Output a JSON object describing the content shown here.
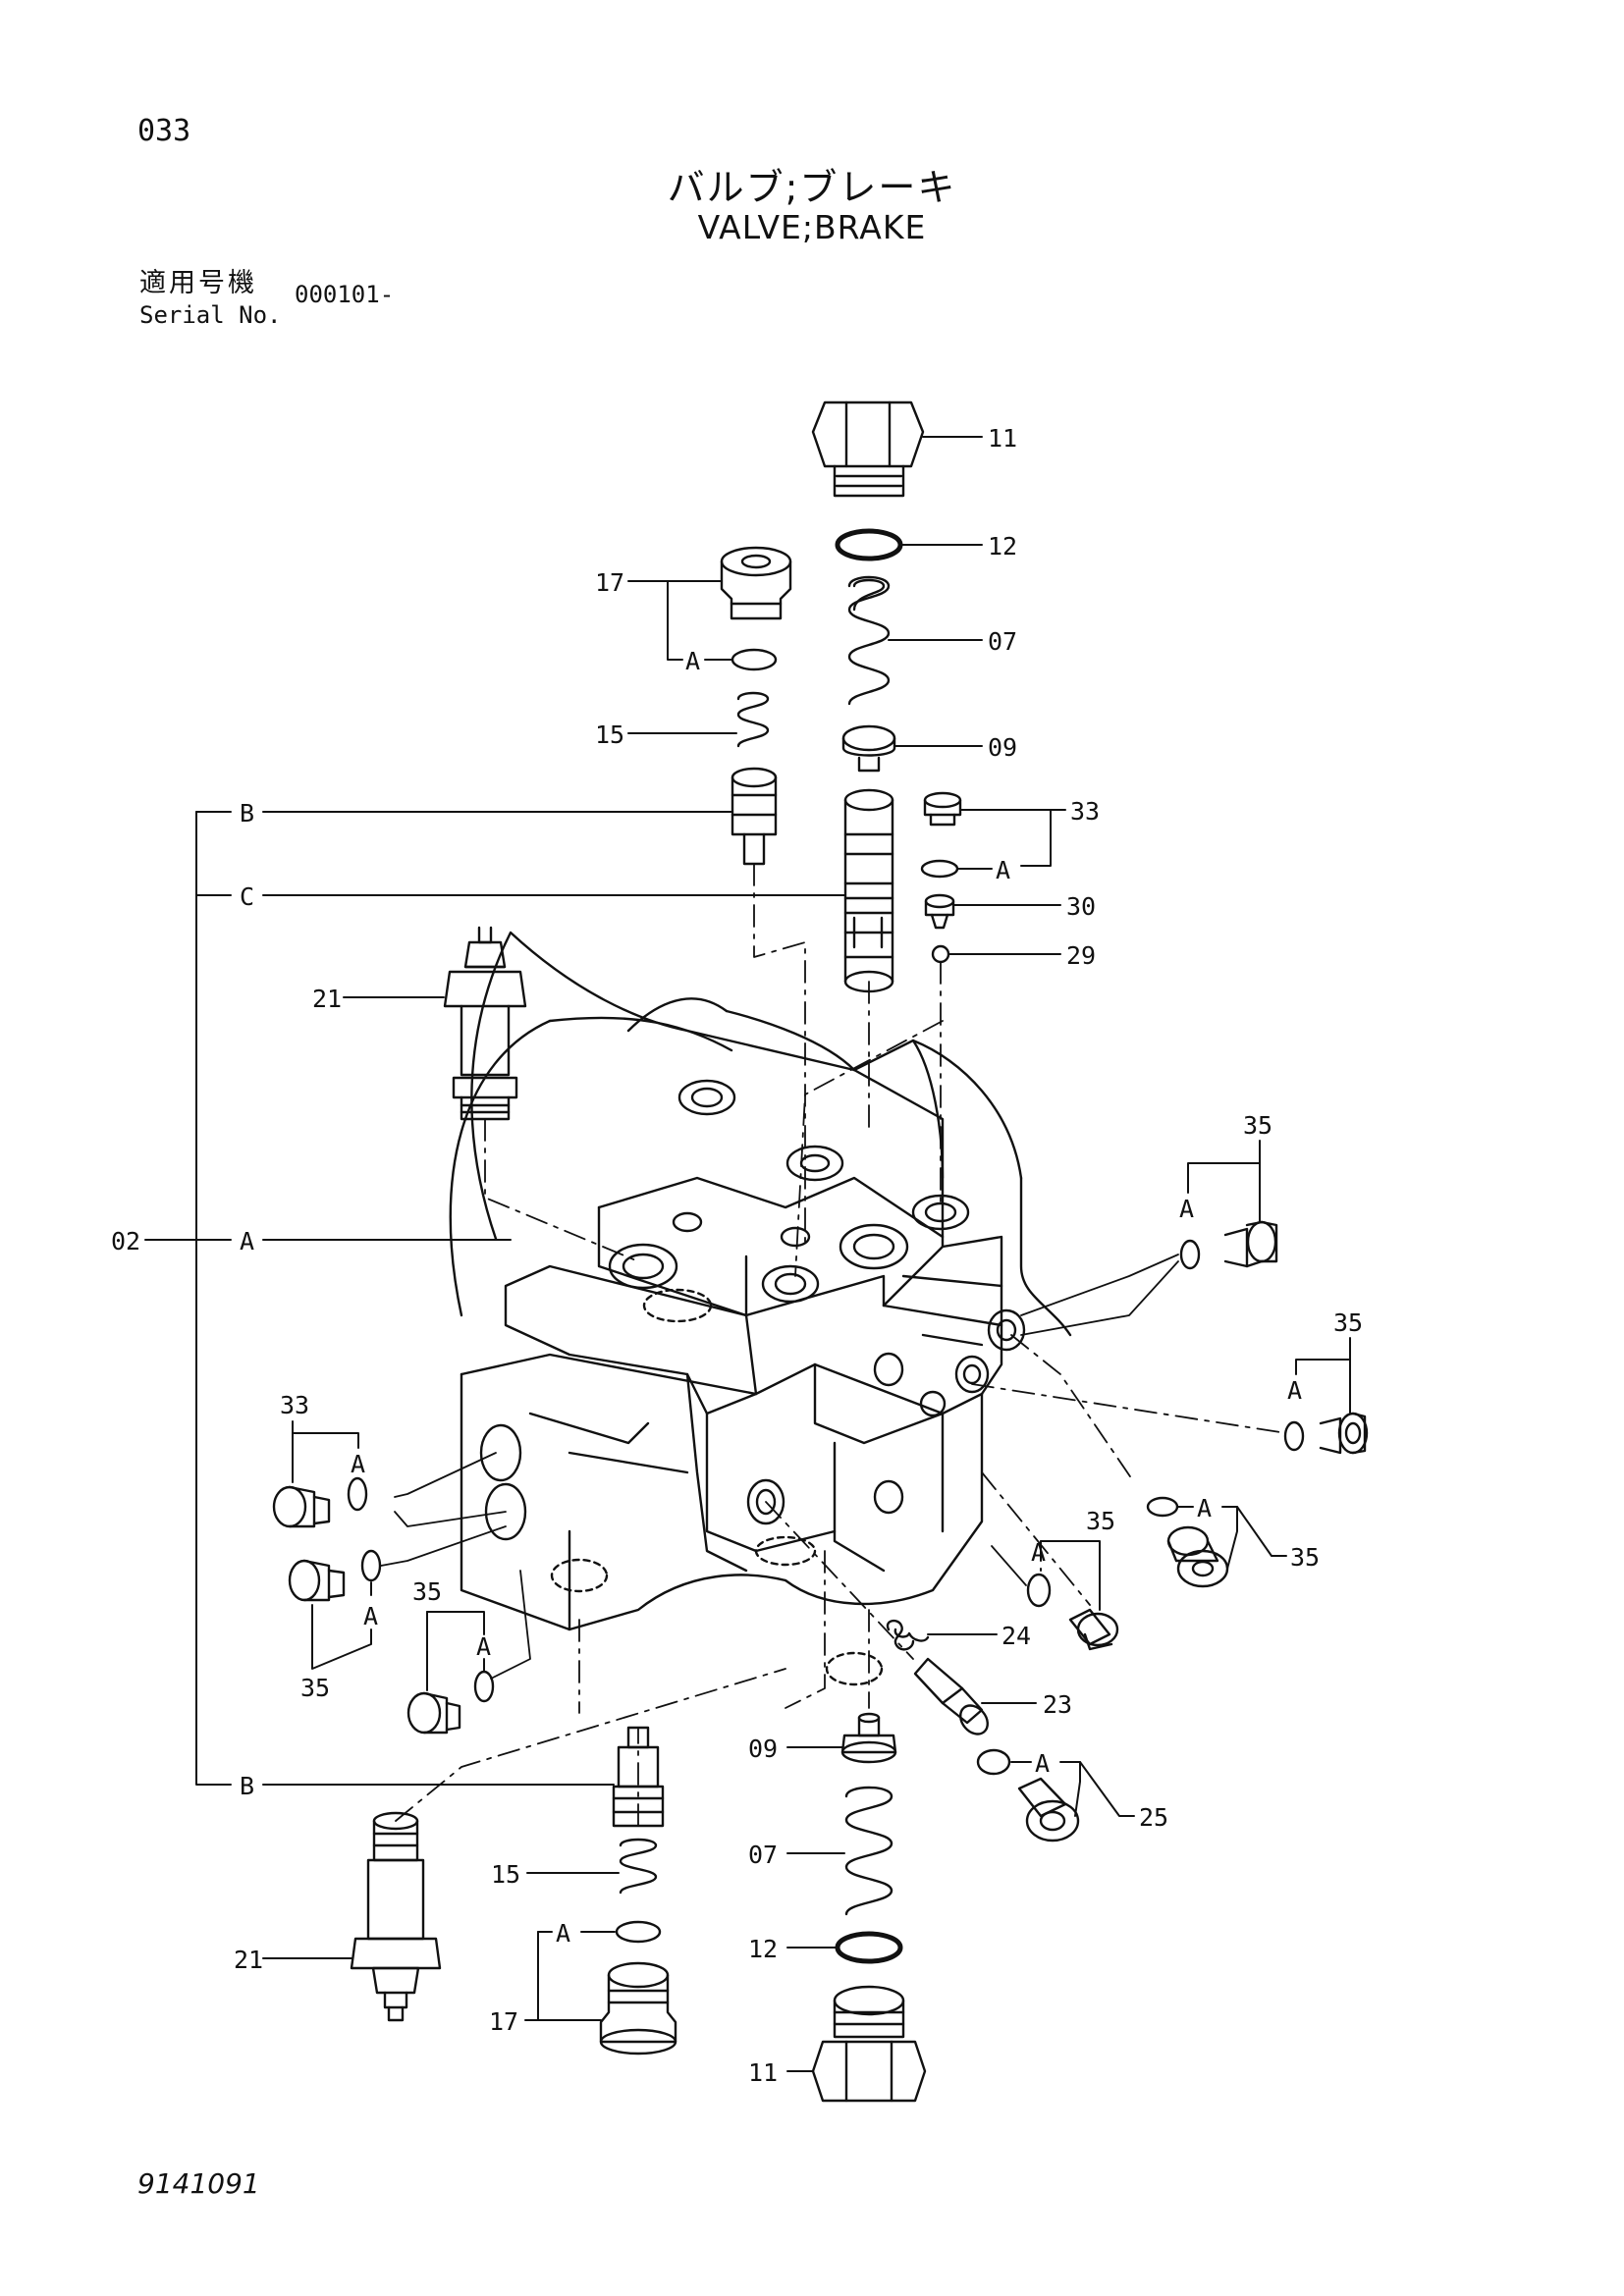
{
  "header": {
    "page_number": "033",
    "title_jp": "バルブ;ブレーキ",
    "title_en": "VALVE;BRAKE",
    "serial_label_jp": "適用号機",
    "serial_label_en": "Serial No.",
    "serial_value": "000101-"
  },
  "footer": {
    "doc_number": "9141091"
  },
  "labels": {
    "p11_top": "11",
    "p12_top": "12",
    "p07_top": "07",
    "p09_top": "09",
    "p33_top": "33",
    "p30": "30",
    "p29": "29",
    "p17_top": "17",
    "p15_top": "15",
    "p21_top": "21",
    "p02": "02",
    "p35_r1": "35",
    "p35_r2": "35",
    "p33_left": "33",
    "p35_left_a": "35",
    "p35_left_b": "35",
    "p35_mid": "35",
    "p35_r3": "35",
    "p24": "24",
    "p23": "23",
    "p09_bot": "09",
    "p25": "25",
    "p07_bot": "07",
    "p15_bot": "15",
    "p21_bot": "21",
    "p12_bot": "12",
    "p17_bot": "17",
    "p11_bot": "11"
  },
  "letters": {
    "A": "A",
    "B": "B",
    "C": "C"
  }
}
